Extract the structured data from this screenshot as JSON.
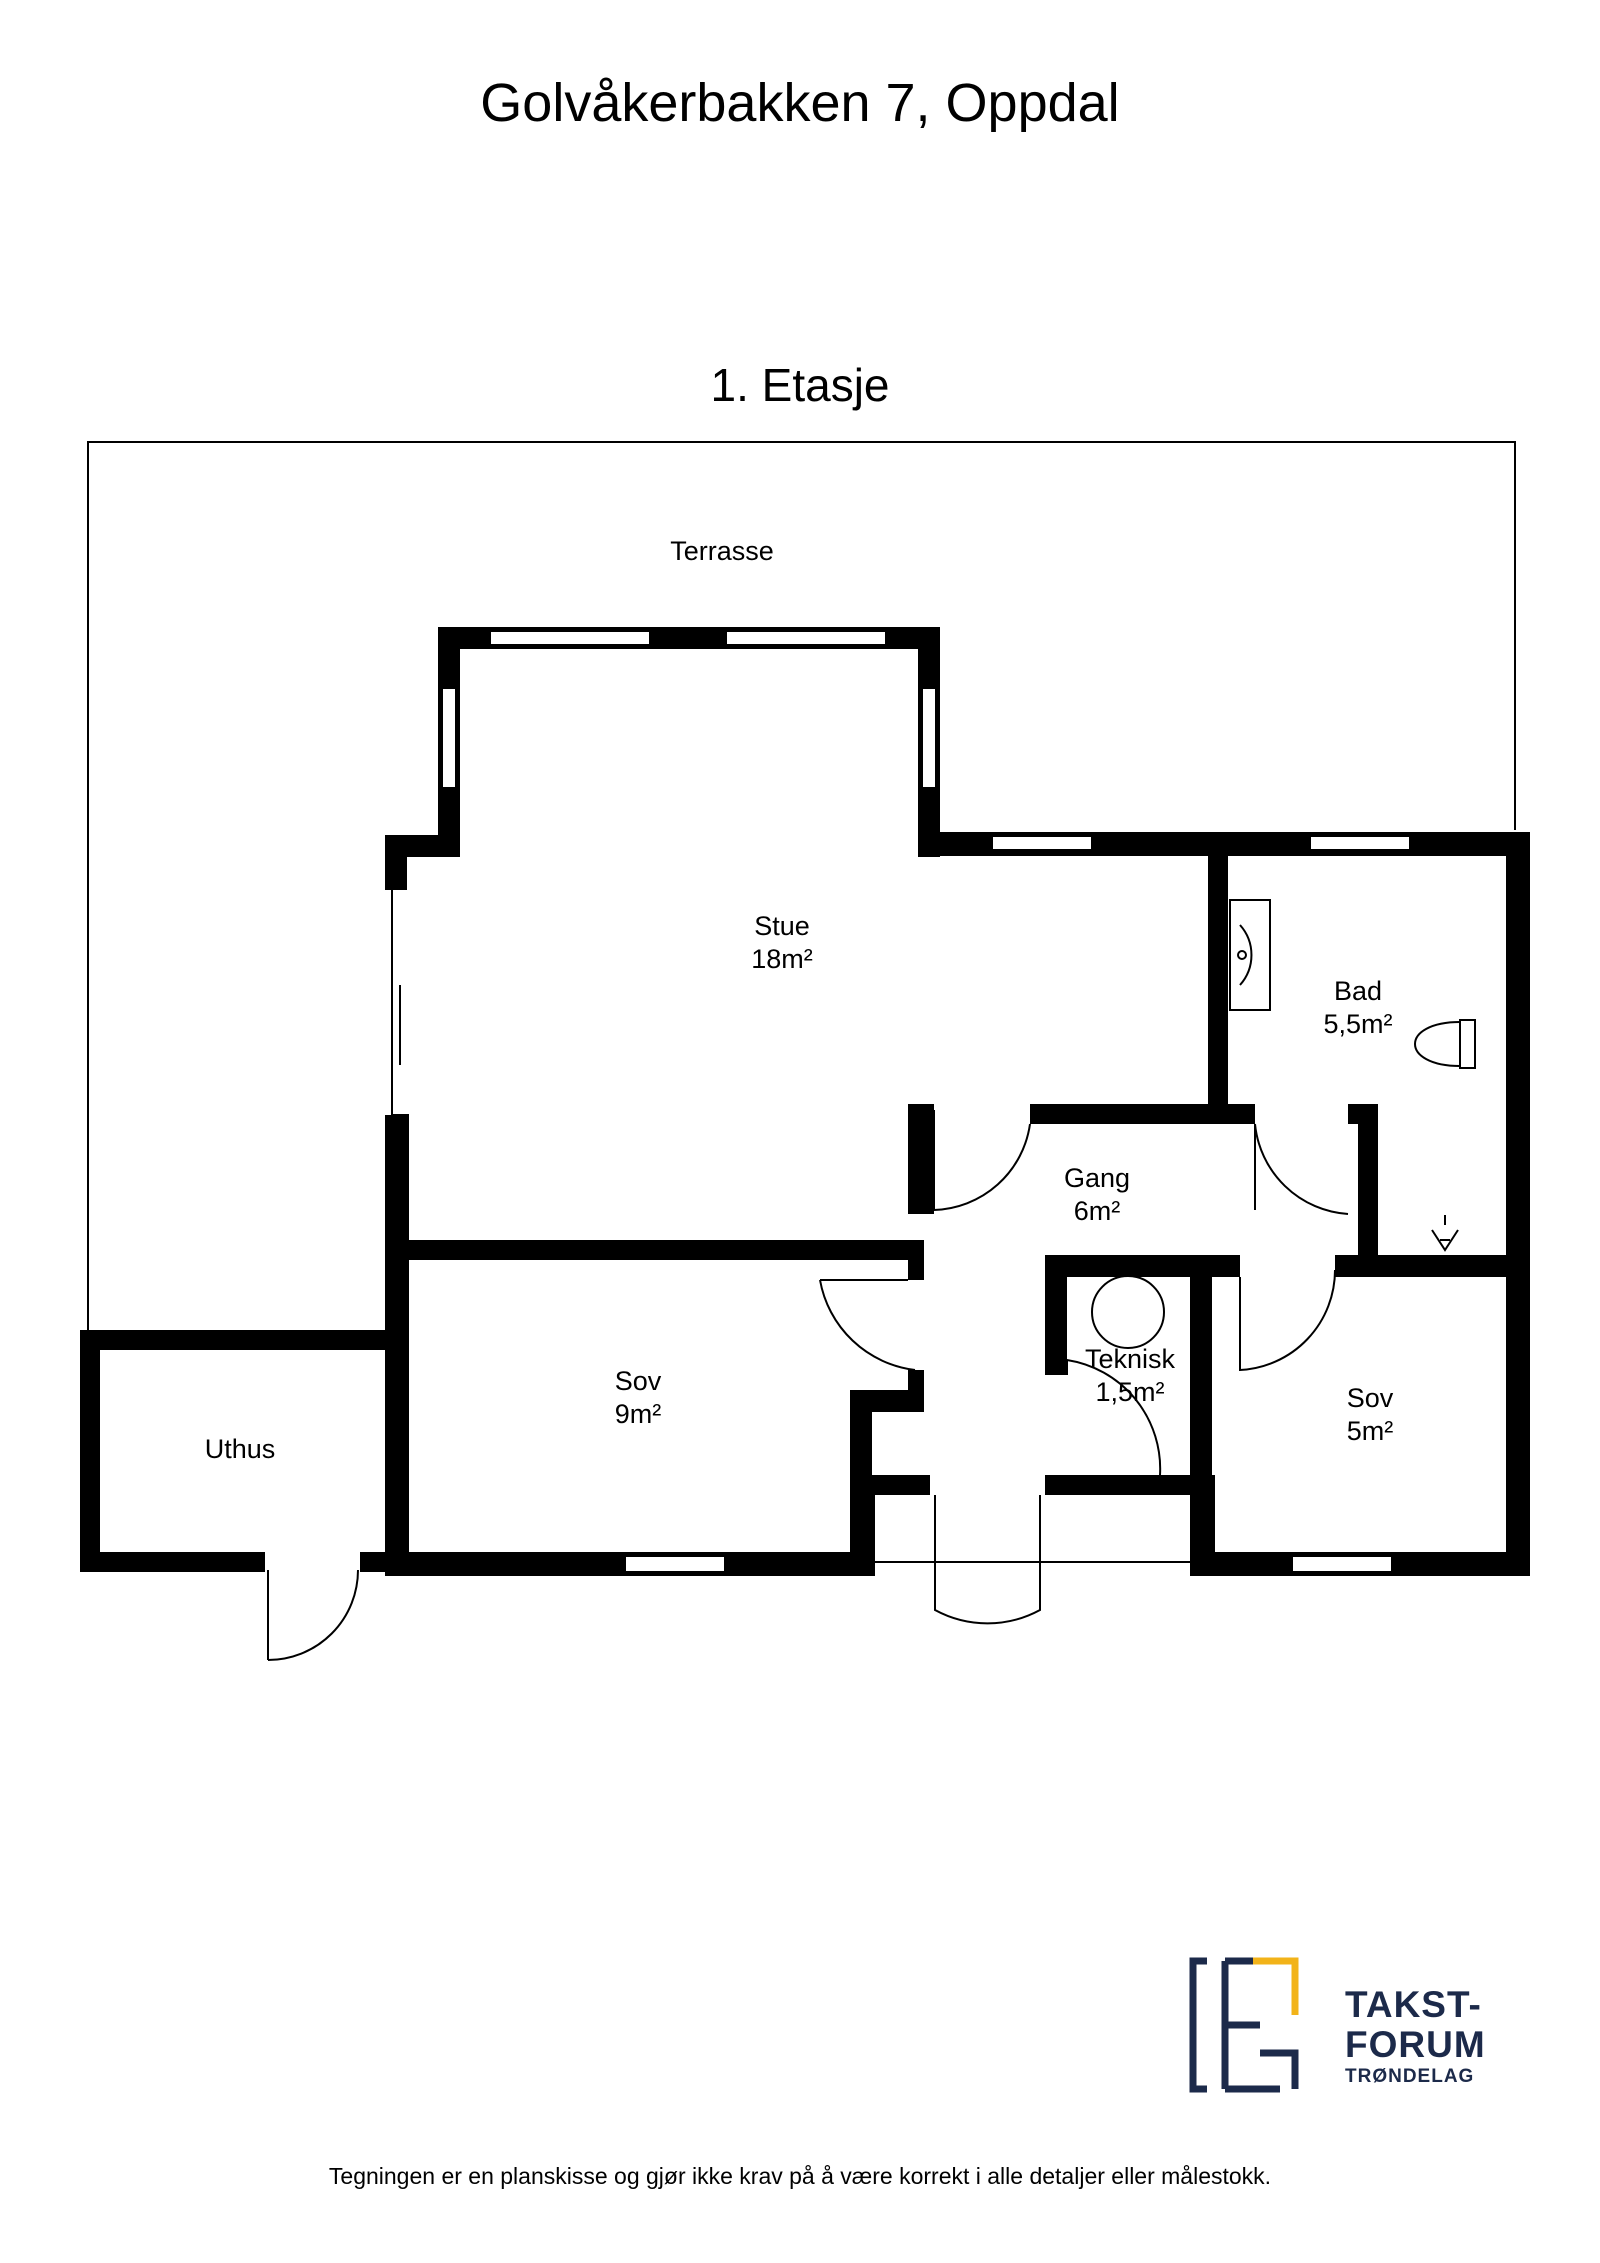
{
  "header": {
    "title": "Golvåkerbakken 7, Oppdal",
    "floor": "1. Etasje"
  },
  "rooms": {
    "terrasse": {
      "name": "Terrasse"
    },
    "stue": {
      "name": "Stue",
      "area": "18m²"
    },
    "bad": {
      "name": "Bad",
      "area": "5,5m²"
    },
    "gang": {
      "name": "Gang",
      "area": "6m²"
    },
    "teknisk": {
      "name": "Teknisk",
      "area": "1,5m²"
    },
    "sov1": {
      "name": "Sov",
      "area": "9m²"
    },
    "sov2": {
      "name": "Sov",
      "area": "5m²"
    },
    "uthus": {
      "name": "Uthus"
    }
  },
  "logo": {
    "line1": "TAKST-",
    "line2": "FORUM",
    "line3": "TRØNDELAG",
    "colors": {
      "navy": "#1c2a4a",
      "accent": "#f2b319"
    }
  },
  "footer": {
    "disclaimer": "Tegningen er en planskisse og gjør ikke krav på å være korrekt i alle detaljer eller målestokk."
  }
}
